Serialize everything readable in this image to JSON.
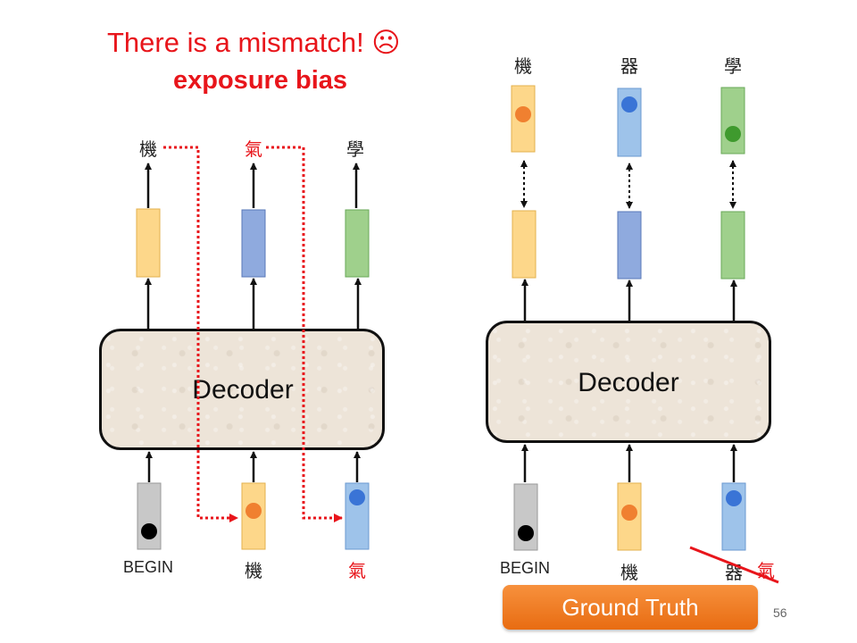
{
  "title": {
    "line1": "There is a mismatch! ☹",
    "line2": "exposure bias"
  },
  "left_panel": {
    "decoder_label": "Decoder",
    "outputs": [
      "機",
      "氣",
      "學"
    ],
    "inputs": [
      "BEGIN",
      "機",
      "氣"
    ]
  },
  "right_panel": {
    "decoder_label": "Decoder",
    "outputs": [
      "機",
      "器",
      "學"
    ],
    "inputs": [
      "BEGIN",
      "機",
      "器"
    ],
    "crossed_token": "氣"
  },
  "ground_truth_label": "Ground Truth",
  "page_number": "56",
  "colors": {
    "title_red": "#e8151b",
    "yellow": "#fdd78a",
    "blue": "#9ec3ea",
    "green": "#9fd08c",
    "orange_dot": "#f08030",
    "blue_dot": "#3a74d6",
    "green_dot": "#3f9a2e",
    "gray": "#c8c8c8",
    "button_orange": "#f07a20"
  }
}
